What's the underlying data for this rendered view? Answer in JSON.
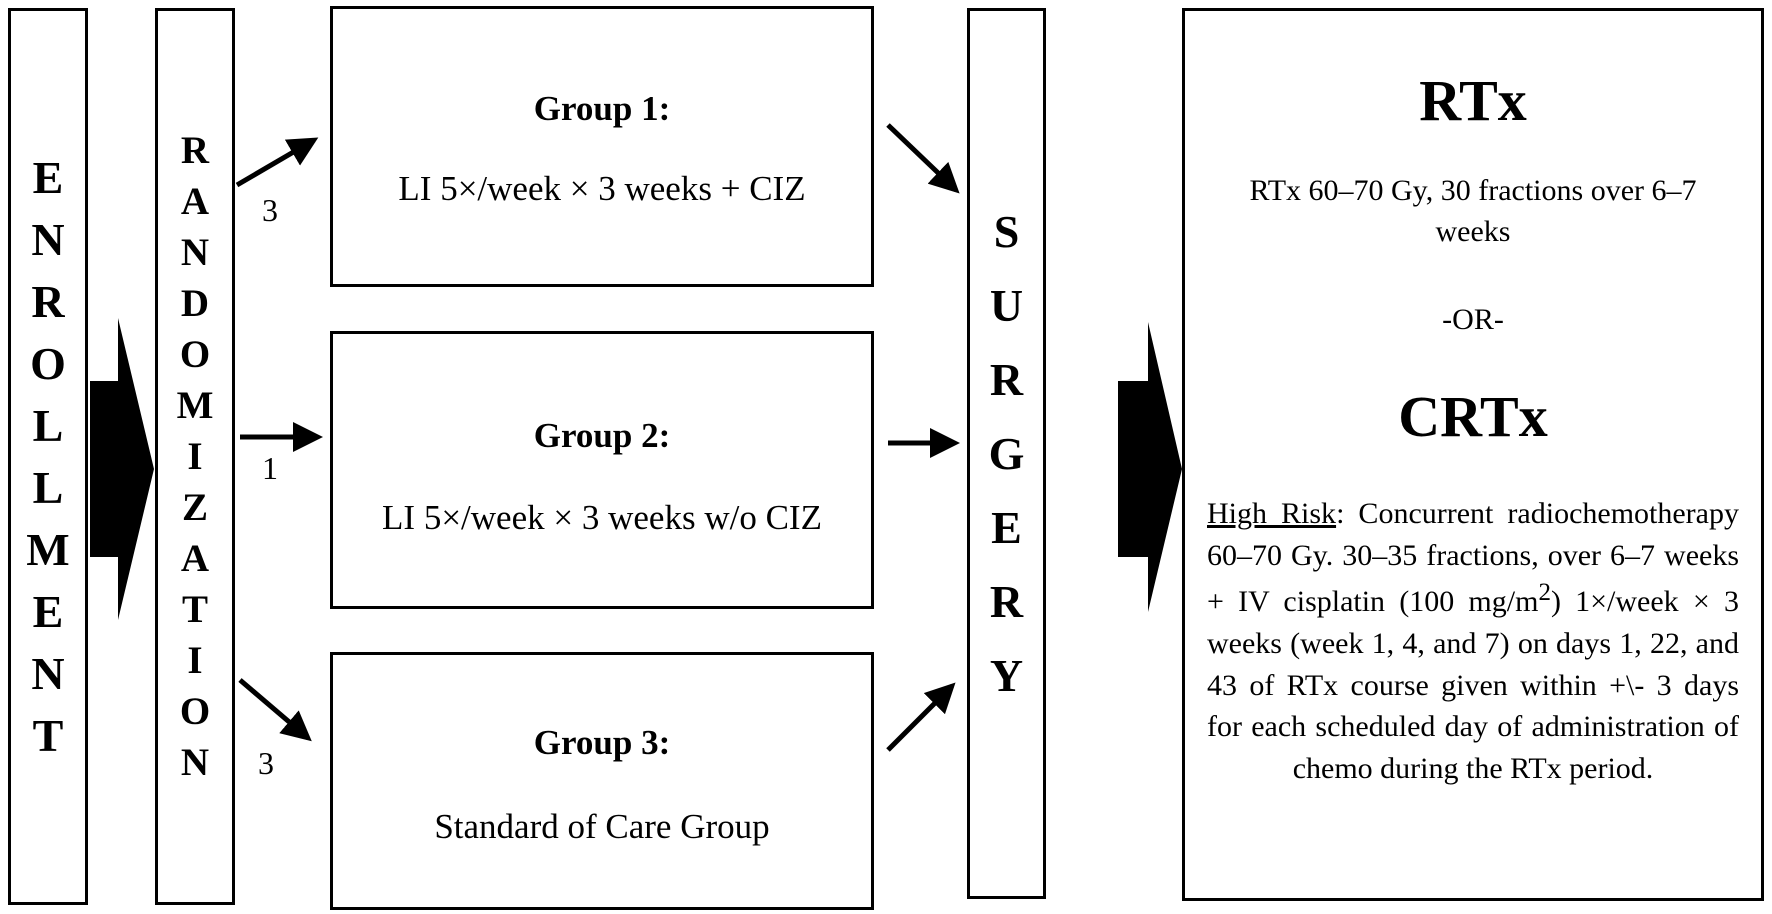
{
  "enrollment": {
    "letters": [
      "E",
      "N",
      "R",
      "O",
      "L",
      "L",
      "M",
      "E",
      "N",
      "T"
    ]
  },
  "randomization": {
    "letters": [
      "R",
      "A",
      "N",
      "D",
      "O",
      "M",
      "I",
      "Z",
      "A",
      "T",
      "I",
      "O",
      "N"
    ]
  },
  "surgery": {
    "letters": [
      "S",
      "U",
      "R",
      "G",
      "E",
      "R",
      "Y"
    ]
  },
  "groups": [
    {
      "title": "Group 1:",
      "description": "LI 5×/week × 3 weeks + CIZ",
      "ratio": "3"
    },
    {
      "title": "Group 2:",
      "description": "LI 5×/week × 3 weeks w/o CIZ",
      "ratio": "1"
    },
    {
      "title": "Group 3:",
      "description": "Standard of Care Group",
      "ratio": "3"
    }
  ],
  "treatment": {
    "rtx_title": "RTx",
    "rtx_text": "RTx 60–70 Gy, 30 fractions over 6–7 weeks",
    "or_text": "-OR-",
    "crtx_title": "CRTx",
    "crtx_label": "High Risk",
    "crtx_text_1": ": Concurrent radiochemotherapy 60–70 Gy. 30–35 fractions, over 6–7 weeks + IV cisplatin (100 mg/m",
    "crtx_sup": "2",
    "crtx_text_2": ") 1×/week × 3 weeks (week 1, 4, and 7) on days 1, 22, and 43 of RTx course given within +\\- 3 days for each scheduled day of administration of chemo during the RTx period."
  }
}
